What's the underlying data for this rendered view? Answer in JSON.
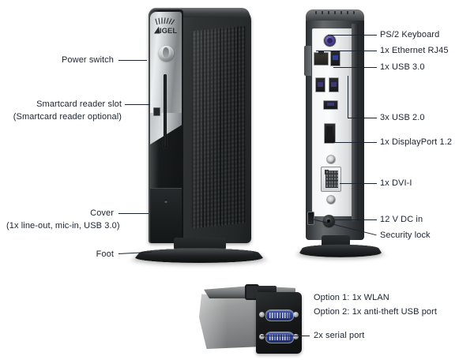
{
  "figure": {
    "background_color": "#ffffff",
    "text_color": "#1b2330",
    "accent_usb3_color": "#2f3fa0",
    "accent_ps2_color": "#4b3f92",
    "accent_serial_color": "#2a3c90"
  },
  "front_view": {
    "device_name": "thin-client-front",
    "brand_logo": "IGEL",
    "callouts": [
      {
        "label": "Power switch",
        "target": "power-switch"
      },
      {
        "label": "Smartcard reader slot",
        "target": "smartcard-reader-slot"
      },
      {
        "label": "(Smartcard reader optional)",
        "target": "smartcard-reader-slot"
      },
      {
        "label": "Cover",
        "target": "front-cover"
      },
      {
        "label": "(1x line-out, mic-in, USB 3.0)",
        "target": "front-cover"
      },
      {
        "label": "Foot",
        "target": "foot"
      }
    ]
  },
  "rear_view": {
    "device_name": "thin-client-rear",
    "callouts": [
      {
        "label": "PS/2 Keyboard",
        "target": "ps2-keyboard-port"
      },
      {
        "label": "1x Ethernet RJ45",
        "target": "ethernet-rj45-port"
      },
      {
        "label": "1x USB 3.0",
        "target": "usb30-port"
      },
      {
        "label": "3x USB 2.0",
        "target": "usb20-ports"
      },
      {
        "label": "1x DisplayPort 1.2",
        "target": "displayport-port"
      },
      {
        "label": "1x DVI-I",
        "target": "dvi-i-port"
      },
      {
        "label": "12 V DC in",
        "target": "dc-in-jack"
      },
      {
        "label": "Security lock",
        "target": "security-lock-slot"
      }
    ]
  },
  "expansion_module": {
    "device_name": "serial-expansion-module",
    "callouts": [
      {
        "label": "Option 1: 1x WLAN",
        "target": "wlan-option"
      },
      {
        "label": "Option 2: 1x anti-theft USB port",
        "target": "anti-theft-usb-option"
      },
      {
        "label": "2x serial port",
        "target": "serial-ports"
      }
    ]
  }
}
